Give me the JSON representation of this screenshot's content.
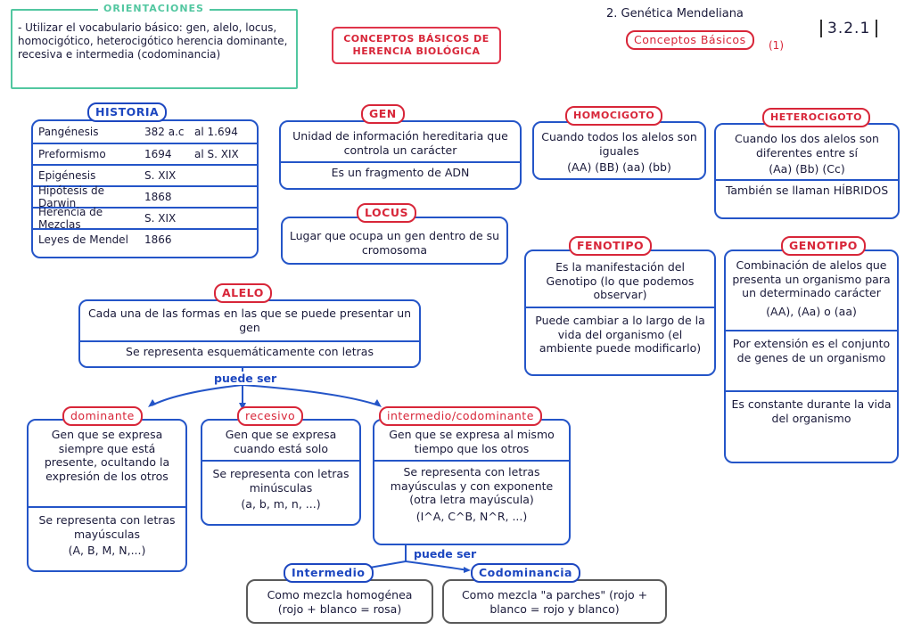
{
  "header": {
    "orientaciones_title": "ORIENTACIONES",
    "orientaciones_text": "- Utilizar el vocabulario básico: gen, alelo, locus, homocigótico, heterocigótico herencia dominante, recesiva e intermedia (codominancia)",
    "title_main": "CONCEPTOS BÁSICOS DE HERENCIA BIOLÓGICA",
    "topic": "2. Genética Mendeliana",
    "subtopic": "Conceptos Básicos",
    "subtopic_num": "(1)",
    "code": "3.2.1"
  },
  "historia": {
    "title": "HISTORIA",
    "rows": [
      {
        "name": "Pangénesis",
        "c2": "382 a.c",
        "c3": "al 1.694"
      },
      {
        "name": "Preformismo",
        "c2": "1694",
        "c3": "al S. XIX"
      },
      {
        "name": "Epigénesis",
        "c2": "S. XIX",
        "c3": ""
      },
      {
        "name": "Hipótesis de Darwin",
        "c2": "1868",
        "c3": ""
      },
      {
        "name": "Herencia de Mezclas",
        "c2": "S. XIX",
        "c3": ""
      },
      {
        "name": "Leyes de Mendel",
        "c2": "1866",
        "c3": ""
      }
    ]
  },
  "gen": {
    "title": "GEN",
    "s1": "Unidad de información hereditaria que controla un carácter",
    "s2": "Es un fragmento de ADN"
  },
  "locus": {
    "title": "LOCUS",
    "s1": "Lugar que ocupa un gen dentro de su cromosoma"
  },
  "homocigoto": {
    "title": "HOMOCIGOTO",
    "s1": "Cuando todos los alelos son iguales",
    "s2": "(AA) (BB) (aa) (bb)"
  },
  "heterocigoto": {
    "title": "HETEROCIGOTO",
    "s1": "Cuando los dos alelos son diferentes entre sí",
    "s2": "(Aa) (Bb) (Cc)",
    "s3": "También se llaman HÍBRIDOS"
  },
  "fenotipo": {
    "title": "FENOTIPO",
    "s1": "Es la manifestación del Genotipo (lo que podemos observar)",
    "s2": "Puede cambiar a lo largo de la vida del organismo (el ambiente puede modificarlo)"
  },
  "genotipo": {
    "title": "GENOTIPO",
    "s1": "Combinación de alelos que presenta un organismo para un determinado carácter",
    "s2": "(AA), (Aa) o (aa)",
    "s3": "Por extensión es el conjunto de genes de un organismo",
    "s4": "Es constante durante la vida del organismo"
  },
  "alelo": {
    "title": "ALELO",
    "s1": "Cada una de las formas en las que se puede presentar un gen",
    "s2": "Se representa esquemáticamente con letras",
    "link": "puede ser"
  },
  "dominante": {
    "title": "dominante",
    "s1": "Gen que se expresa siempre que está presente, ocultando la expresión de los otros",
    "s2": "Se representa con letras mayúsculas",
    "s3": "(A, B, M, N,...)"
  },
  "recesivo": {
    "title": "recesivo",
    "s1": "Gen que se expresa cuando está solo",
    "s2": "Se representa con letras minúsculas",
    "s3": "(a, b, m, n, ...)"
  },
  "intermedio_codominante": {
    "title": "intermedio/codominante",
    "s1": "Gen que se expresa al mismo tiempo que los otros",
    "s2": "Se representa con letras mayúsculas y con exponente (otra letra mayúscula)",
    "s3": "(I^A, C^B, N^R, ...)",
    "link": "puede ser"
  },
  "intermedio": {
    "title": "Intermedio",
    "s1": "Como mezcla homogénea (rojo + blanco = rosa)"
  },
  "codominancia": {
    "title": "Codominancia",
    "s1": "Como mezcla \"a parches\" (rojo + blanco = rojo y blanco)"
  },
  "colors": {
    "blue": "#2455c8",
    "red": "#d82639",
    "green": "#52c7a0",
    "gray": "#5a5a5a"
  }
}
